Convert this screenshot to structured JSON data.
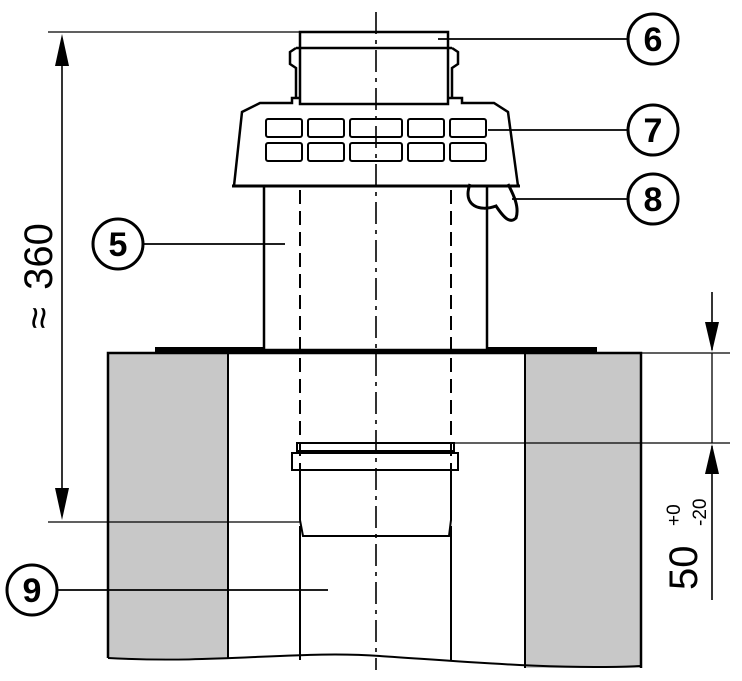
{
  "diagram": {
    "callouts": [
      {
        "label": "5"
      },
      {
        "label": "6"
      },
      {
        "label": "7"
      },
      {
        "label": "8"
      },
      {
        "label": "9"
      }
    ],
    "dimension_height": {
      "symbol": "≈",
      "value": "360"
    },
    "dimension_insert": {
      "value": "50",
      "tol_plus": "+0",
      "tol_minus": "-20"
    },
    "colors": {
      "line": "#000000",
      "wall_fill": "#c8c8c8",
      "background": "#ffffff"
    }
  }
}
